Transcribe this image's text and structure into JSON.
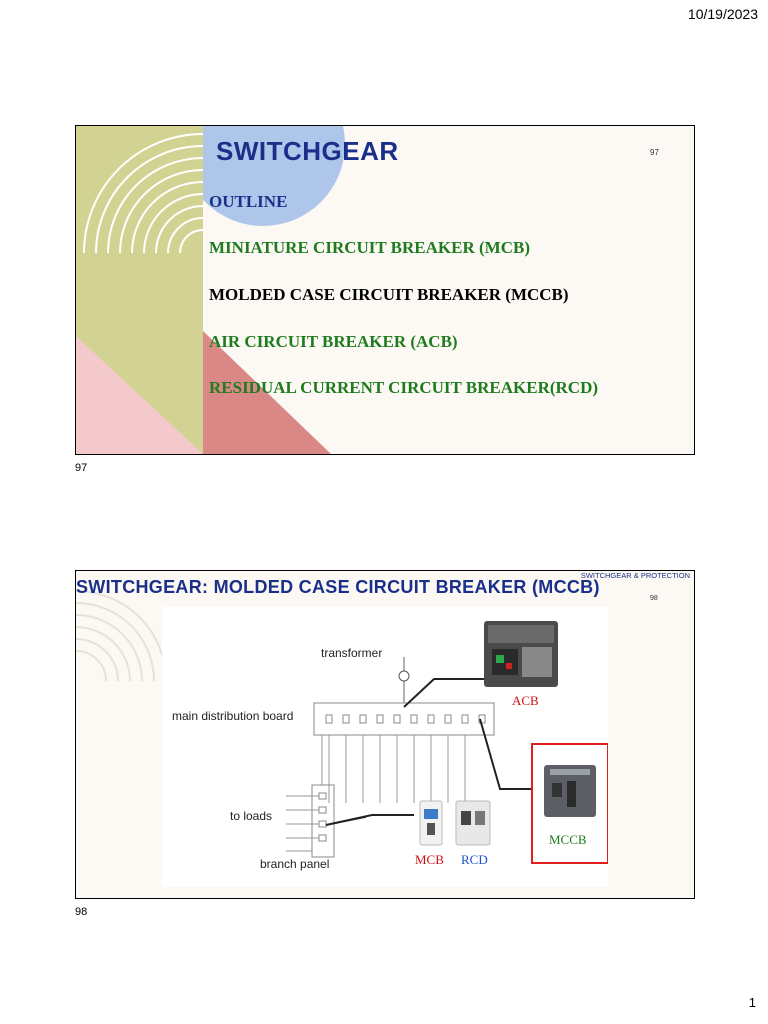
{
  "header": {
    "date": "10/19/2023"
  },
  "footer": {
    "page": "1"
  },
  "slide1": {
    "title": "SWITCHGEAR",
    "slide_no": "97",
    "caption": "97",
    "lines": [
      {
        "text": "OUTLINE",
        "color": "#1a2f8a"
      },
      {
        "text": "MINIATURE CIRCUIT BREAKER (MCB)",
        "color": "#1e7b1e"
      },
      {
        "text": "MOLDED CASE CIRCUIT BREAKER (MCCB)",
        "color": "#000000"
      },
      {
        "text": "AIR CIRCUIT BREAKER (ACB)",
        "color": "#1e7b1e"
      },
      {
        "text": "RESIDUAL CURRENT CIRCUIT BREAKER(RCD)",
        "color": "#1e7b1e"
      }
    ]
  },
  "slide2": {
    "title": "SWITCHGEAR: MOLDED CASE CIRCUIT BREAKER (MCCB)",
    "tag": "SWITCHGEAR & PROTECTION",
    "slide_no": "98",
    "caption": "98",
    "diagram": {
      "transformer": "transformer",
      "main_board": "main distribution board",
      "to_loads": "to loads",
      "branch_panel": "branch panel",
      "acb": "ACB",
      "mccb": "MCCB",
      "mcb": "MCB",
      "rcd": "RCD"
    }
  },
  "colors": {
    "title_blue": "#1a2f8a",
    "green": "#1e7b1e",
    "red_label": "#cc1111",
    "blue_label": "#1a55c8"
  }
}
